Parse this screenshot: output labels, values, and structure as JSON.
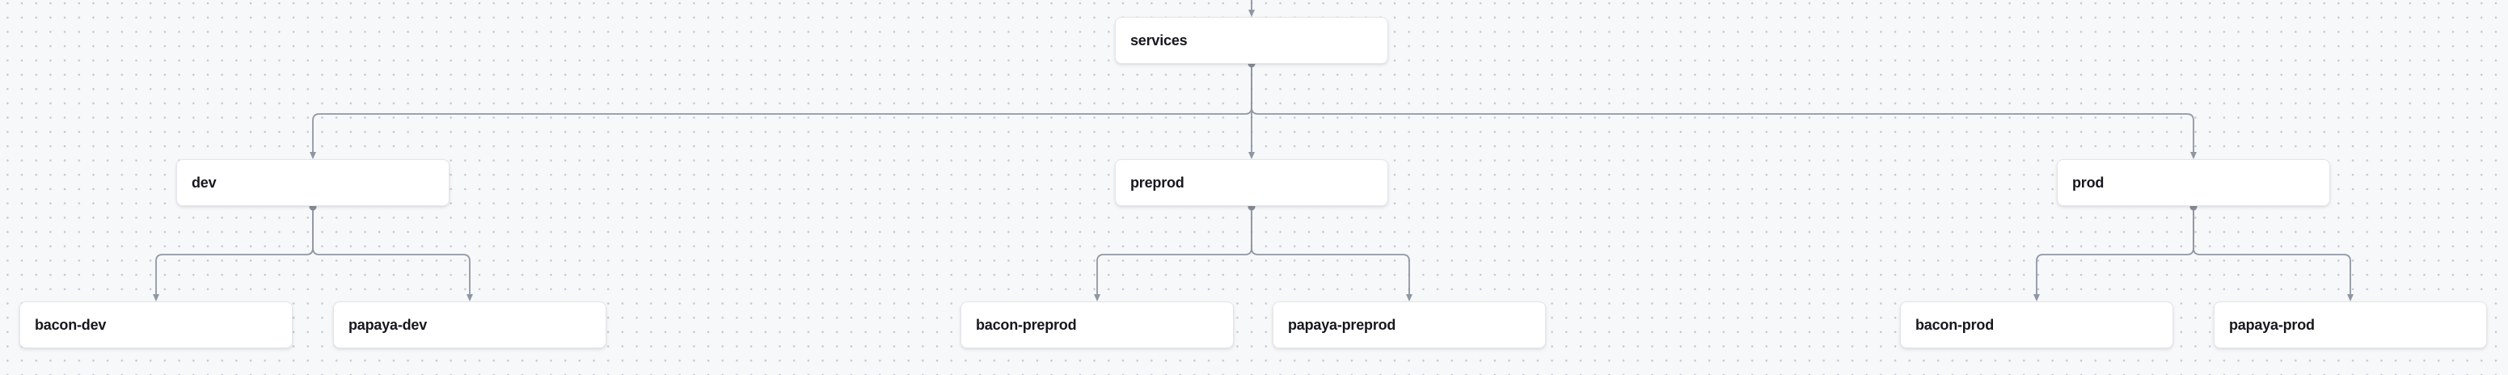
{
  "diagram": {
    "type": "tree",
    "description": "Service environments hierarchy rendered on a dotted flow canvas; root edge enters from the top edge of the viewport into the services node",
    "nodes": {
      "services": {
        "label": "services"
      },
      "dev": {
        "label": "dev"
      },
      "preprod": {
        "label": "preprod"
      },
      "prod": {
        "label": "prod"
      },
      "bacon-dev": {
        "label": "bacon-dev"
      },
      "papaya-dev": {
        "label": "papaya-dev"
      },
      "bacon-preprod": {
        "label": "bacon-preprod"
      },
      "papaya-preprod": {
        "label": "papaya-preprod"
      },
      "bacon-prod": {
        "label": "bacon-prod"
      },
      "papaya-prod": {
        "label": "papaya-prod"
      }
    },
    "edges": [
      {
        "from": null,
        "to": "services",
        "note": "enters from top edge of viewport"
      },
      {
        "from": "services",
        "to": "dev"
      },
      {
        "from": "services",
        "to": "preprod"
      },
      {
        "from": "services",
        "to": "prod"
      },
      {
        "from": "dev",
        "to": "bacon-dev"
      },
      {
        "from": "dev",
        "to": "papaya-dev"
      },
      {
        "from": "preprod",
        "to": "bacon-preprod"
      },
      {
        "from": "preprod",
        "to": "papaya-preprod"
      },
      {
        "from": "prod",
        "to": "bacon-prod"
      },
      {
        "from": "prod",
        "to": "papaya-prod"
      }
    ]
  },
  "colors": {
    "canvas_bg": "#f7f8fa",
    "dot": "#c3c7cd",
    "edge": "#9097a3",
    "handle": "#868d98",
    "node_bg": "#ffffff",
    "node_border": "#e4e6eb",
    "node_text": "#16181d"
  }
}
